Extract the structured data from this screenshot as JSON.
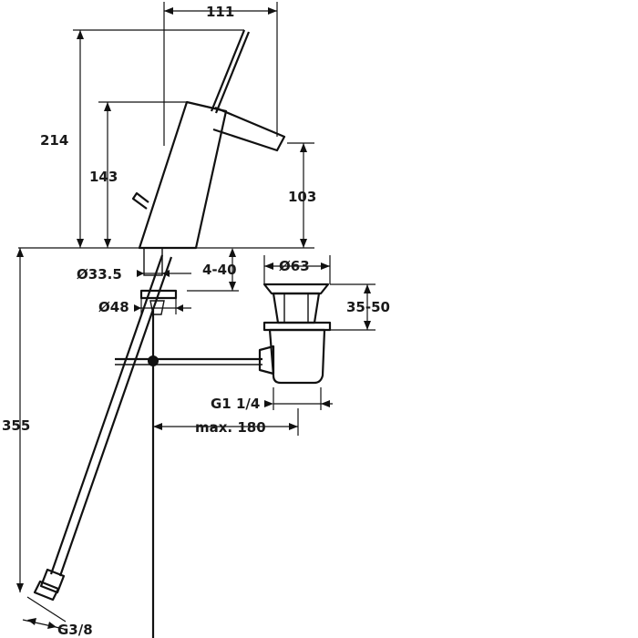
{
  "dimensions": {
    "width_spout": "111",
    "height_total": "214",
    "height_lever": "143",
    "height_spout_outlet": "103",
    "hole_diameter": "Ø33.5",
    "deck_thickness": "4-40",
    "flange_diameter": "Ø48",
    "drain_diameter": "Ø63",
    "drain_height": "35-50",
    "hose_length": "355",
    "drain_thread": "G1 1/4",
    "rod_length": "max. 180",
    "hose_thread": "G3/8"
  },
  "colors": {
    "line": "#111111",
    "background": "#ffffff"
  }
}
